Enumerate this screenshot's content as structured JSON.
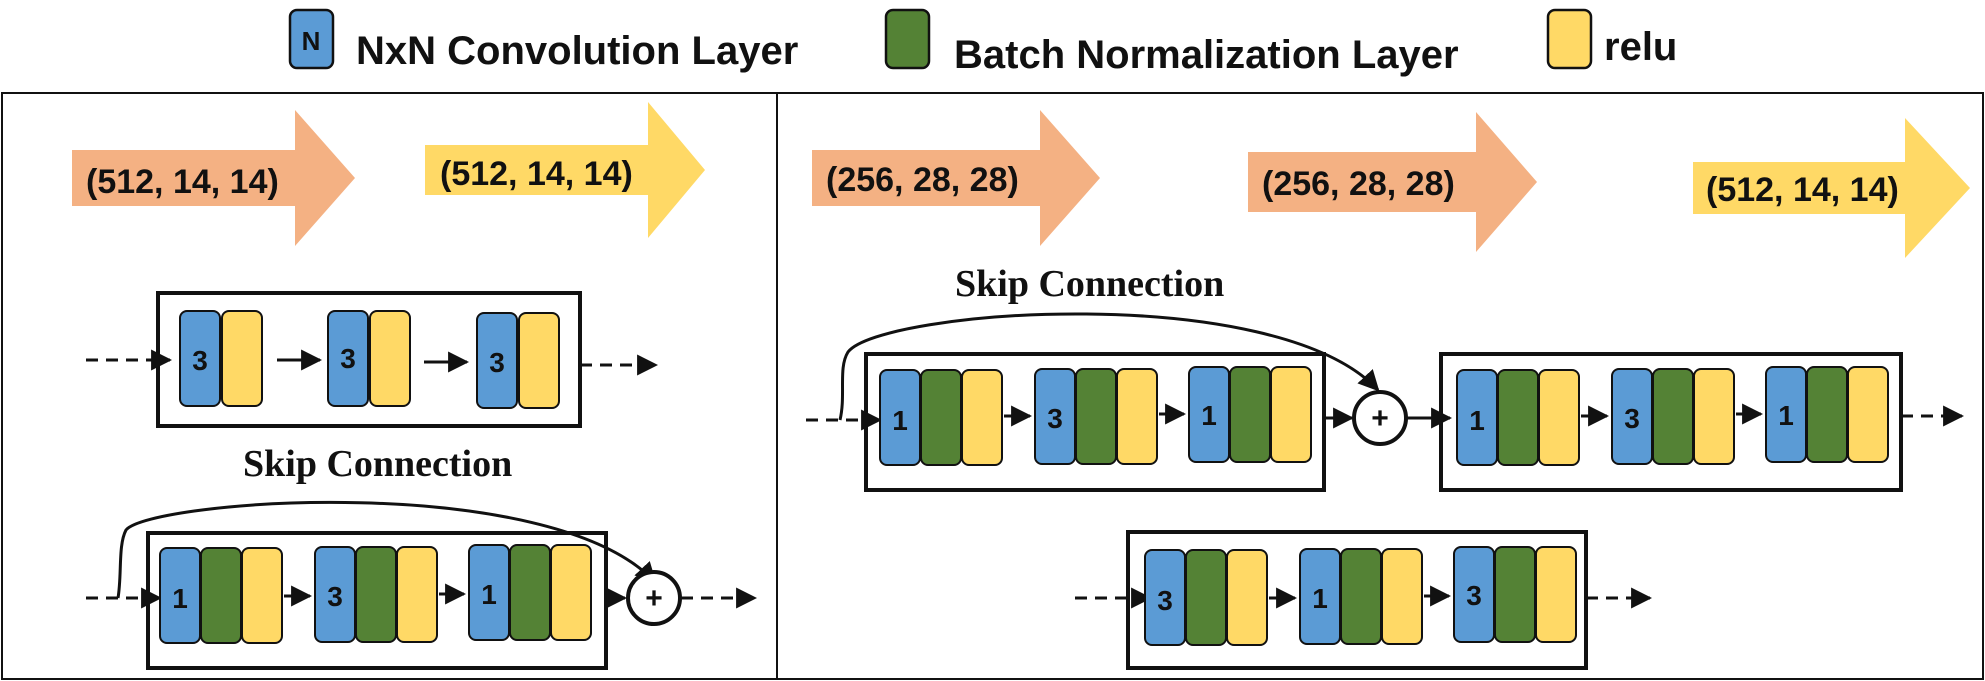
{
  "colors": {
    "conv": "#5b9bd5",
    "bn": "#548235",
    "relu": "#ffd966",
    "arrow_in": "#f4b183",
    "arrow_out": "#ffd966",
    "stroke": "#111111"
  },
  "legend": {
    "conv_glyph": "N",
    "conv_label": "NxN Convolution Layer",
    "bn_label": "Batch Normalization Layer",
    "relu_label": "relu"
  },
  "left_panel": {
    "shape_in": "(512, 14, 14)",
    "shape_out": "(512, 14, 14)",
    "skip_label": "Skip Connection",
    "top_block": [
      {
        "kernel": "3"
      },
      {
        "kernel": "3"
      },
      {
        "kernel": "3"
      }
    ],
    "bottom_block": [
      {
        "kernel": "1"
      },
      {
        "kernel": "3"
      },
      {
        "kernel": "1"
      }
    ],
    "plus": "+"
  },
  "right_panel": {
    "shape_in_1": "(256, 28, 28)",
    "shape_in_2": "(256, 28, 28)",
    "shape_out": "(512, 14, 14)",
    "skip_label": "Skip Connection",
    "block_a": [
      {
        "kernel": "1"
      },
      {
        "kernel": "3"
      },
      {
        "kernel": "1"
      }
    ],
    "block_b": [
      {
        "kernel": "1"
      },
      {
        "kernel": "3"
      },
      {
        "kernel": "1"
      }
    ],
    "block_c": [
      {
        "kernel": "3"
      },
      {
        "kernel": "1"
      },
      {
        "kernel": "3"
      }
    ],
    "plus": "+"
  }
}
